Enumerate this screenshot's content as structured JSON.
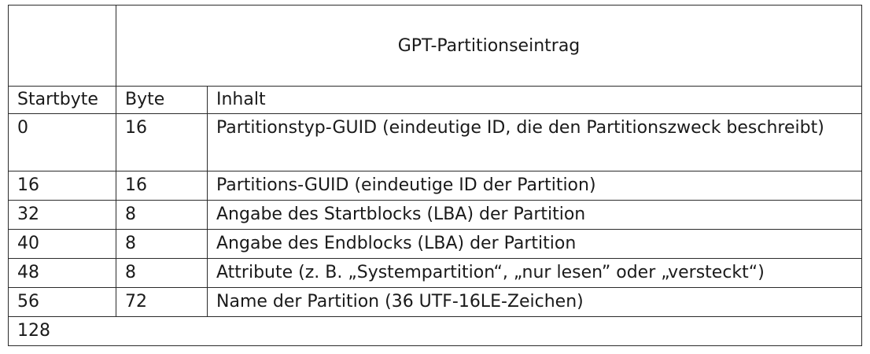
{
  "table": {
    "title": "GPT-Partitionseintrag",
    "headers": [
      "Startbyte",
      "Byte",
      "Inhalt"
    ],
    "rows": [
      {
        "start": "0",
        "byte": "16",
        "content": "Partitionstyp-GUID (eindeutige ID, die den Partitionszweck beschreibt)"
      },
      {
        "start": "16",
        "byte": "16",
        "content": "Partitions-GUID (eindeutige ID der Partition)"
      },
      {
        "start": "32",
        "byte": "8",
        "content": "Angabe des Startblocks (LBA) der Partition"
      },
      {
        "start": "40",
        "byte": "8",
        "content": "Angabe des Endblocks (LBA) der Partition"
      },
      {
        "start": "48",
        "byte": "8",
        "content": "Attribute (z. B. „Systempartition“, „nur lesen” oder „versteckt“)"
      },
      {
        "start": "56",
        "byte": "72",
        "content": "Name der Partition (36 UTF-16LE-Zeichen)"
      }
    ],
    "total": "128"
  }
}
